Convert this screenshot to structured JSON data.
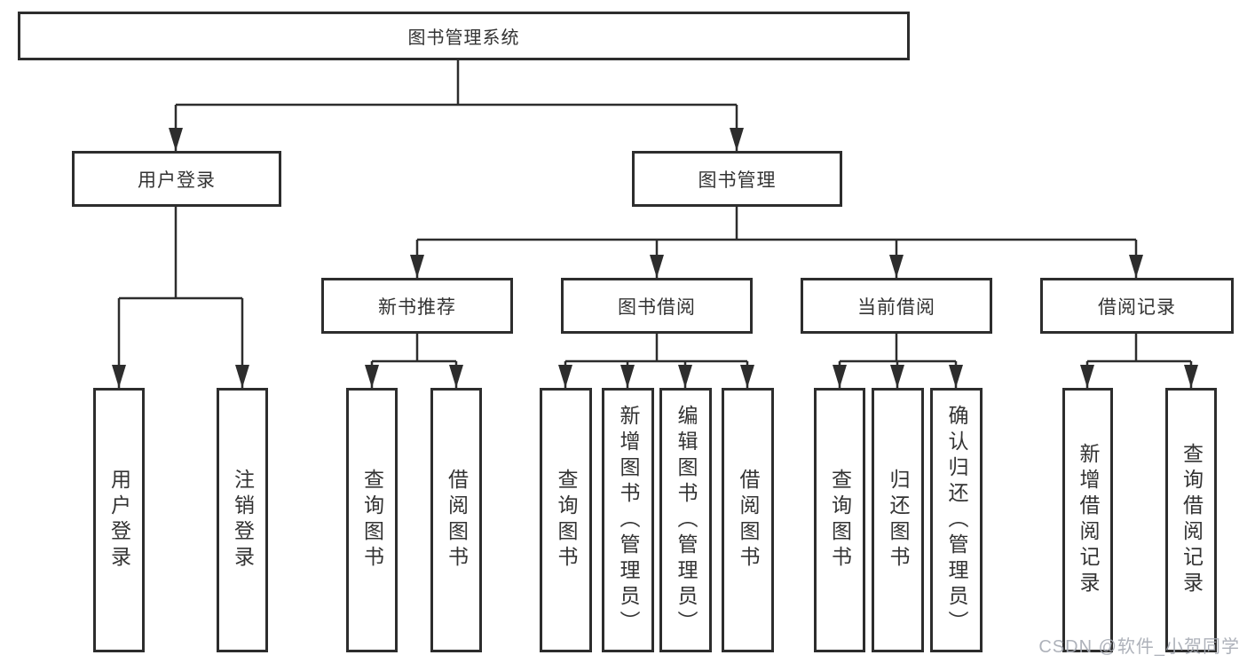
{
  "diagram": {
    "root": {
      "label": "图书管理系统"
    },
    "level2": [
      {
        "id": "user-login",
        "label": "用户登录"
      },
      {
        "id": "book-management",
        "label": "图书管理"
      }
    ],
    "level3": [
      {
        "id": "new-book-recommend",
        "label": "新书推荐"
      },
      {
        "id": "book-borrowing",
        "label": "图书借阅"
      },
      {
        "id": "current-borrowing",
        "label": "当前借阅"
      },
      {
        "id": "borrowing-records",
        "label": "借阅记录"
      }
    ],
    "leaves": {
      "user_login": [
        {
          "label": "用户登录"
        },
        {
          "label": "注销登录"
        }
      ],
      "new_book_recommend": [
        {
          "label": "查询图书"
        },
        {
          "label": "借阅图书"
        }
      ],
      "book_borrowing": [
        {
          "label": "查询图书"
        },
        {
          "label": "新增图书（管理员）"
        },
        {
          "label": "编辑图书（管理员）"
        },
        {
          "label": "借阅图书"
        }
      ],
      "current_borrowing": [
        {
          "label": "查询图书"
        },
        {
          "label": "归还图书"
        },
        {
          "label": "确认归还（管理员）"
        }
      ],
      "borrowing_records": [
        {
          "label": "新增借阅记录"
        },
        {
          "label": "查询借阅记录"
        }
      ]
    }
  },
  "watermark": {
    "text": "CSDN @软件_小贺同学"
  },
  "colors": {
    "line": "#2d2d2d",
    "box_border": "#2d2d2d",
    "box_fill": "#ffffff",
    "text": "#333333",
    "background": "#ffffff",
    "watermark": "#a5aab2"
  }
}
